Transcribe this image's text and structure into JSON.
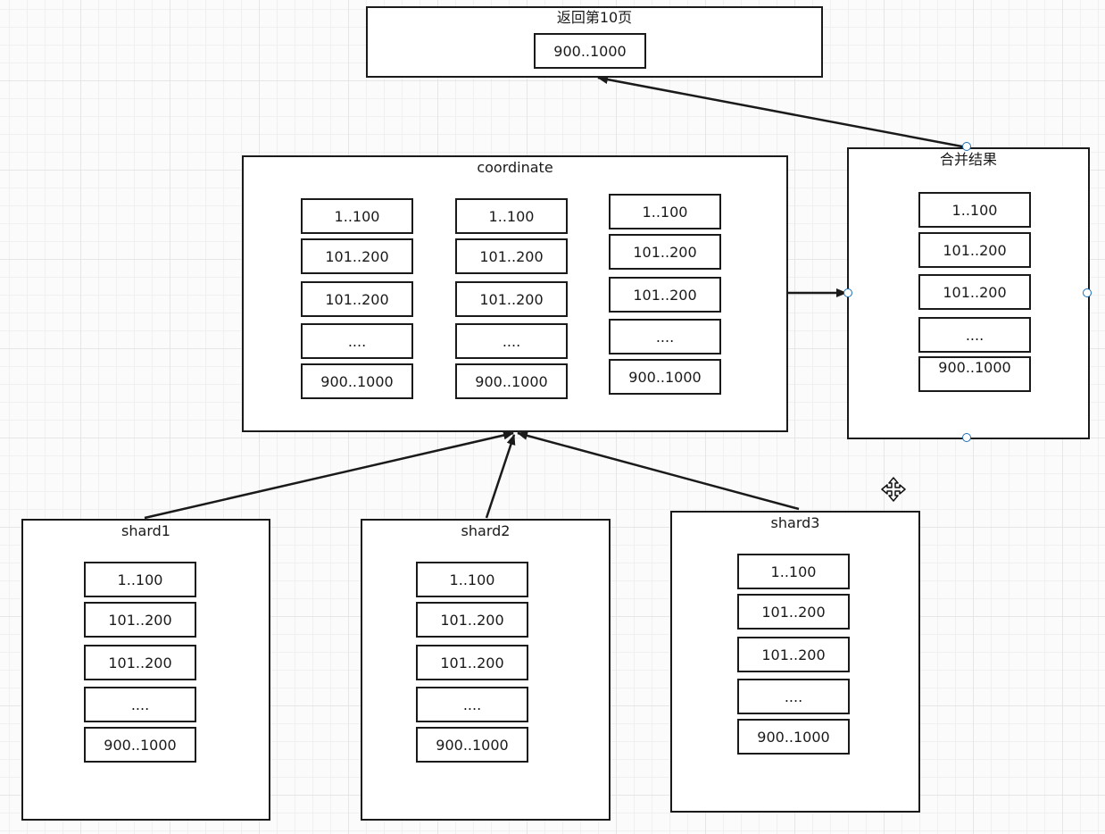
{
  "result_page": {
    "title": "返回第10页",
    "value": "900..1000"
  },
  "coordinate": {
    "title": "coordinate",
    "columns": [
      [
        "1..100",
        "101..200",
        "101..200",
        "....",
        "900..1000"
      ],
      [
        "1..100",
        "101..200",
        "101..200",
        "....",
        "900..1000"
      ],
      [
        "1..100",
        "101..200",
        "101..200",
        "....",
        "900..1000"
      ]
    ]
  },
  "merge": {
    "title": "合并结果",
    "cells": [
      "1..100",
      "101..200",
      "101..200",
      "....",
      "900..1000"
    ]
  },
  "shards": [
    {
      "title": "shard1",
      "cells": [
        "1..100",
        "101..200",
        "101..200",
        "....",
        "900..1000"
      ]
    },
    {
      "title": "shard2",
      "cells": [
        "1..100",
        "101..200",
        "101..200",
        "....",
        "900..1000"
      ]
    },
    {
      "title": "shard3",
      "cells": [
        "1..100",
        "101..200",
        "101..200",
        "....",
        "900..1000"
      ]
    }
  ],
  "colors": {
    "stroke": "#1a1a1a",
    "handle": "#1f6fb5"
  },
  "icons": {
    "cursor": "move-cursor-icon"
  }
}
